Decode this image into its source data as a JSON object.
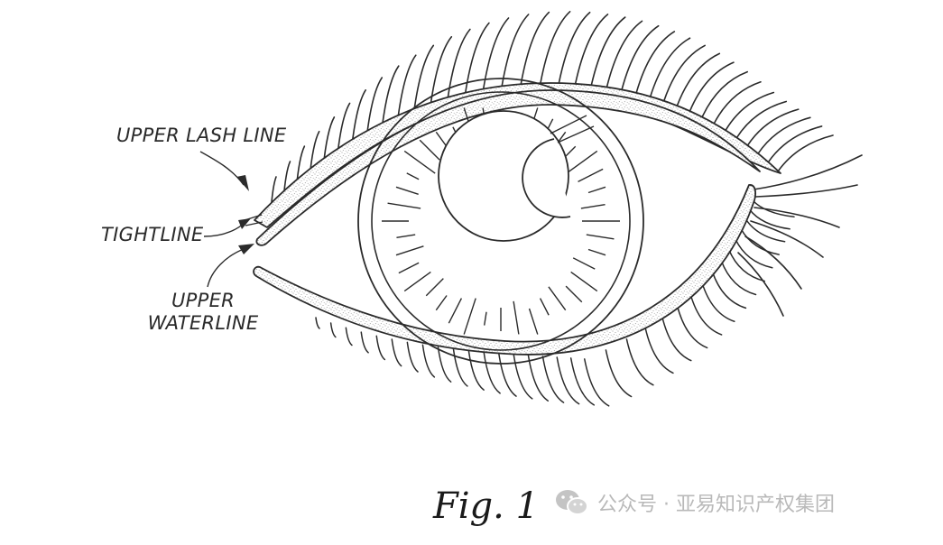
{
  "labels": {
    "upper_lash_line": "UPPER LASH LINE",
    "tightline": "TIGHTLINE",
    "upper_waterline_line1": "UPPER",
    "upper_waterline_line2": "WATERLINE"
  },
  "caption": "Fig. 1",
  "watermark": {
    "text": "公众号 · 亚易知识产权集团",
    "icon": "wechat-icon"
  },
  "colors": {
    "line": "#2b2b2b",
    "stipple": "#8a8a8a",
    "watermark": "#b9b9b9"
  }
}
